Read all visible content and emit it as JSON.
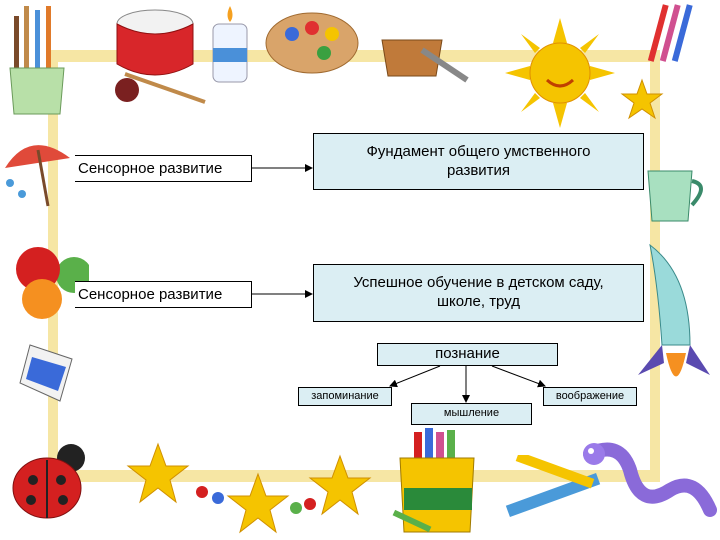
{
  "diagram": {
    "rows": [
      {
        "label": "Сенсорное развитие",
        "result": "Фундамент общего умственного развития"
      },
      {
        "label": "Сенсорное развитие",
        "result": "Успешное обучение в детском саду, школе, труд"
      }
    ],
    "root": "познание",
    "children": [
      "запоминание",
      "мышление",
      "воображение"
    ]
  },
  "colors": {
    "frame": "#f6e6a4",
    "box_fill": "#dbeef3",
    "sun": "#f5c400",
    "ladybug": "#d42020",
    "drum": "#d8262a"
  },
  "decor": [
    "paintbrush-jar-icon",
    "drum-icon",
    "glue-bottle-icon",
    "paint-palette-icon",
    "mortar-icon",
    "sun-icon",
    "star-icon",
    "umbrella-icon",
    "fruit-icon",
    "cup-icon",
    "rocket-icon",
    "ladybug-icon",
    "crayon-box-icon",
    "pencil-icon",
    "worm-icon"
  ]
}
